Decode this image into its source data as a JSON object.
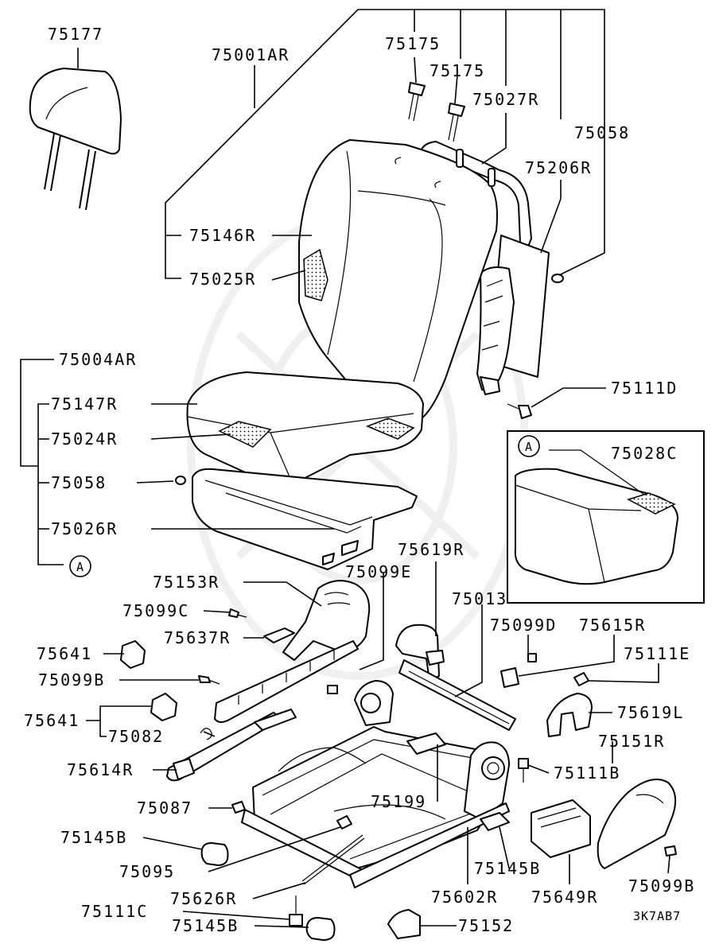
{
  "diagram_code": "3K7AB7",
  "callout_marker": "A",
  "labels": {
    "p75177": "75177",
    "p75001AR": "75001AR",
    "p75175a": "75175",
    "p75175b": "75175",
    "p75027R": "75027R",
    "p75058a": "75058",
    "p75206R": "75206R",
    "p75146R": "75146R",
    "p75025R": "75025R",
    "p75004AR": "75004AR",
    "p75111D": "75111D",
    "p75147R": "75147R",
    "p75024R": "75024R",
    "p75058b": "75058",
    "p75026R": "75026R",
    "p75028C": "75028C",
    "p75619R": "75619R",
    "p75153R": "75153R",
    "p75099E": "75099E",
    "p75013": "75013",
    "p75099C": "75099C",
    "p75099D": "75099D",
    "p75615R": "75615R",
    "p75637R": "75637R",
    "p75641a": "75641",
    "p75111E": "75111E",
    "p75099Ba": "75099B",
    "p75641b": "75641",
    "p75619L": "75619L",
    "p75082": "75082",
    "p75151R": "75151R",
    "p75614R": "75614R",
    "p75111B": "75111B",
    "p75087": "75087",
    "p75199": "75199",
    "p75145Ba": "75145B",
    "p75145Bb": "75145B",
    "p75095": "75095",
    "p75099Bb": "75099B",
    "p75626R": "75626R",
    "p75602R": "75602R",
    "p75649R": "75649R",
    "p75111C": "75111C",
    "p75145Bc": "75145B",
    "p75152": "75152"
  }
}
